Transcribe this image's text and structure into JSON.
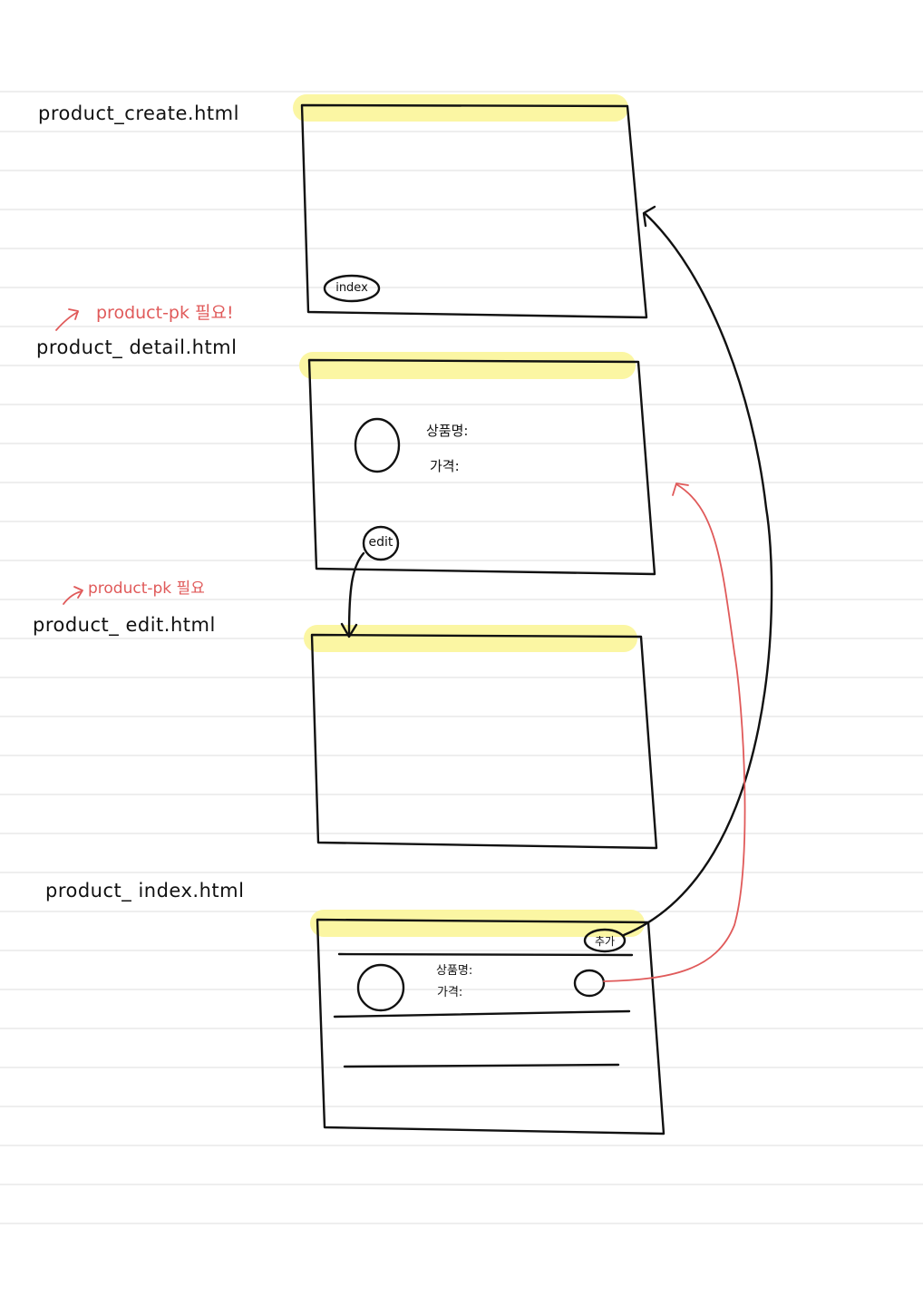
{
  "pages": {
    "create": {
      "file": "product_create.html",
      "index_button": "index"
    },
    "detail": {
      "file": "product_ detail.html",
      "note": "product-pk 필요!",
      "name_label": "상품명:",
      "price_label": "가격:",
      "edit_button": "edit"
    },
    "edit": {
      "file": "product_ edit.html",
      "note": "product-pk 필요"
    },
    "index": {
      "file": "product_ index.html",
      "add_button": "추가",
      "name_label": "상품명:",
      "price_label": "가격:"
    }
  },
  "colors": {
    "highlight": "#fbf6a3",
    "ink": "#111111",
    "note": "#e05a5a",
    "ruled_line": "#e4e4e4"
  }
}
